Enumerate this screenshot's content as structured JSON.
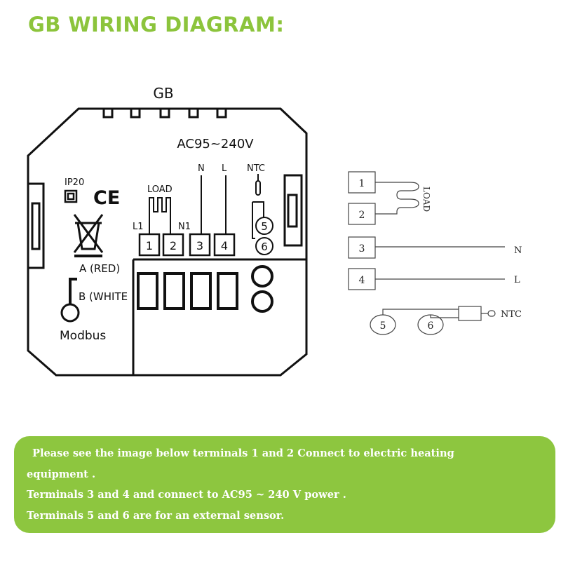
{
  "title": "GB WIRING DIAGRAM:",
  "device": {
    "model_label": "GB",
    "voltage_label": "AC95~240V",
    "ip_label": "IP20",
    "ce_label": "CE",
    "load_label": "LOAD",
    "l1_label": "L1",
    "n1_label": "N1",
    "n_label": "N",
    "l_label": "L",
    "ntc_label": "NTC",
    "terminals": [
      "1",
      "2",
      "3",
      "4"
    ],
    "sensor_terminals": [
      "5",
      "6"
    ],
    "a_label": "A (RED)",
    "b_label": "B (WHITE",
    "modbus_label": "Modbus"
  },
  "schematic": {
    "terminals": [
      "1",
      "2",
      "3",
      "4"
    ],
    "load_label": "LOAD",
    "n_label": "N",
    "l_label": "L",
    "sensor_terminals": [
      "5",
      "6"
    ],
    "ntc_label": "NTC"
  },
  "info": {
    "line1": " Please see the image below terminals 1 and 2 Connect to electric heating",
    "line2": "equipment .",
    "line3": "Terminals 3 and 4 and connect to AC95 ~ 240 V power .",
    "line4": "Terminals 5 and 6 are for an external sensor."
  }
}
